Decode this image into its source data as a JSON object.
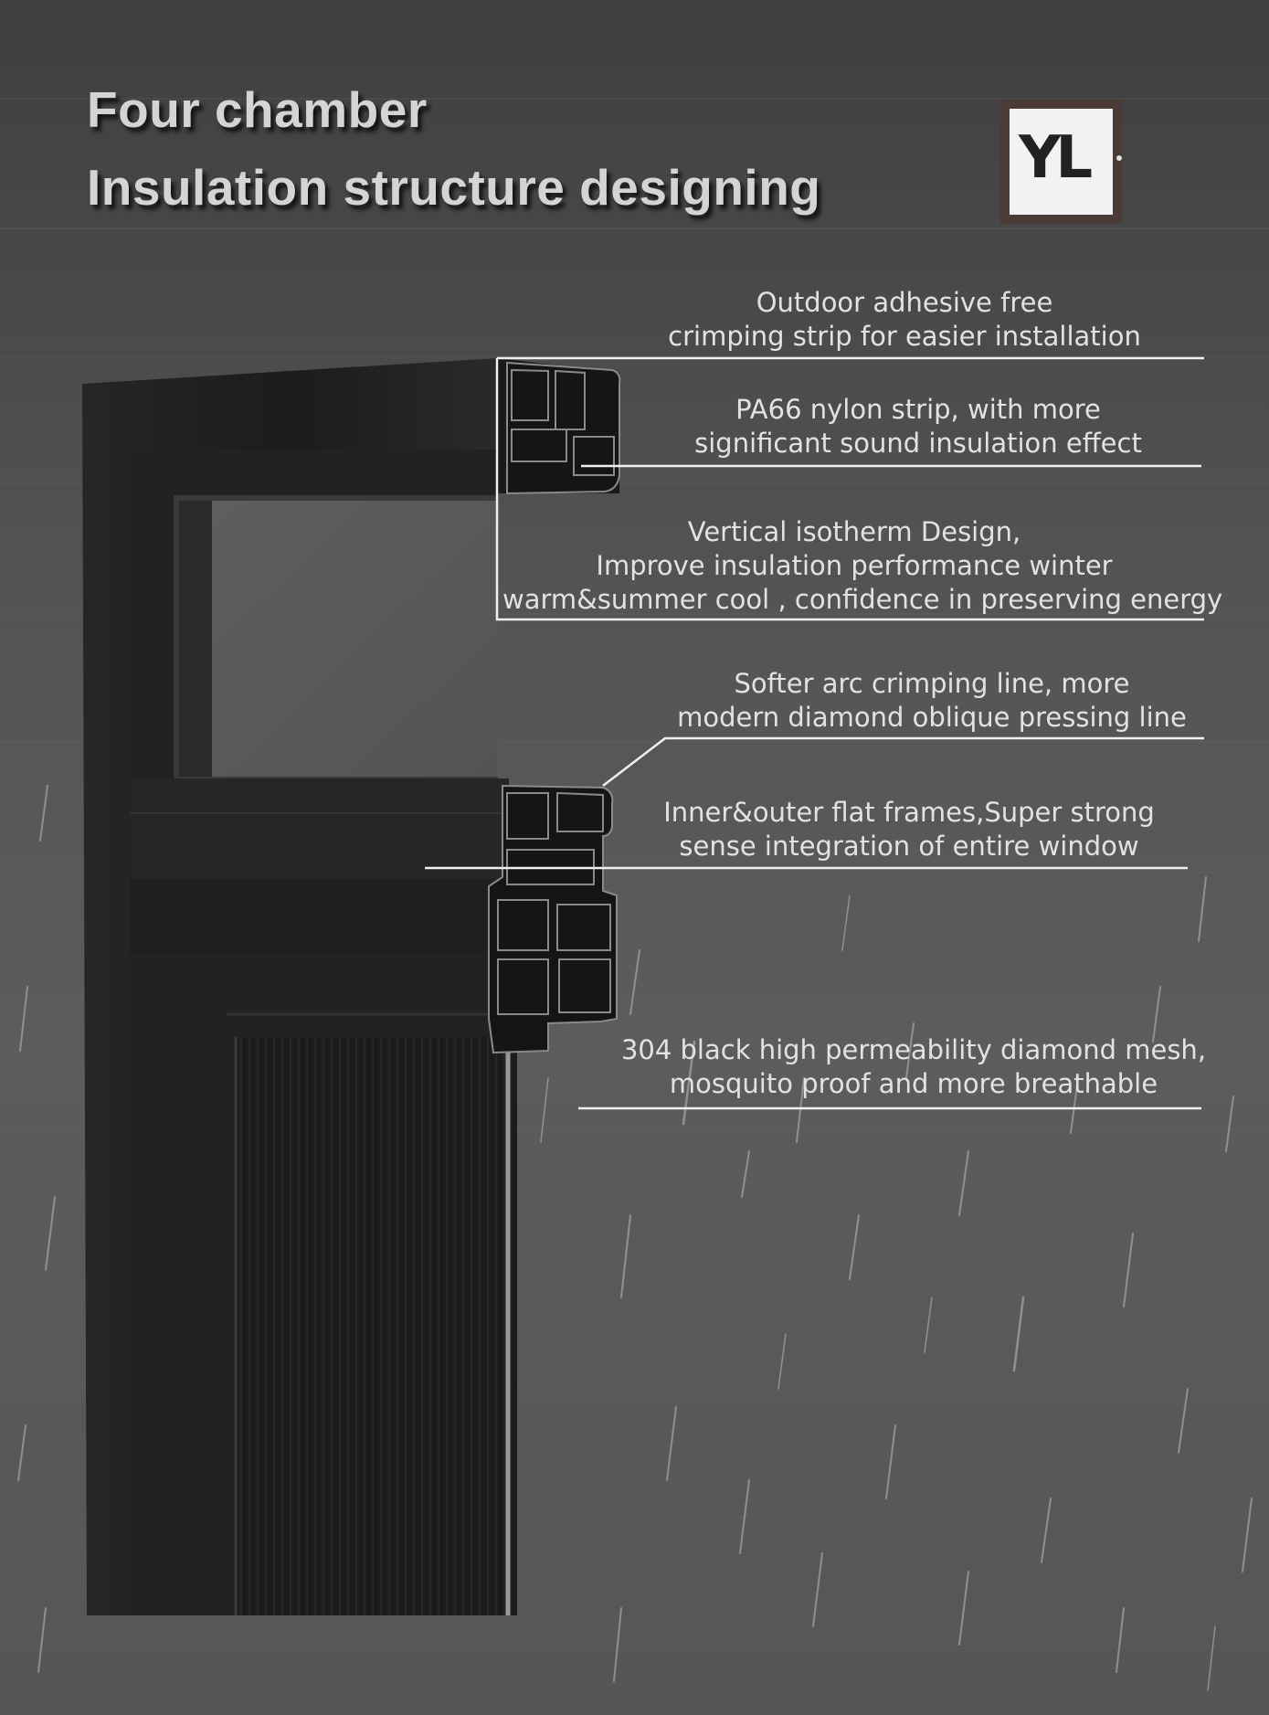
{
  "heading": {
    "line1": "Four chamber",
    "line2": "Insulation structure designing"
  },
  "logo": {
    "text": "YL",
    "icon": "yl-brand-logo"
  },
  "callouts": [
    {
      "lines": [
        "Outdoor adhesive free",
        "crimping strip for easier installation"
      ]
    },
    {
      "lines": [
        "PA66 nylon strip, with more",
        "significant sound insulation effect"
      ]
    },
    {
      "lines": [
        "Vertical isotherm Design,",
        "Improve insulation performance winter",
        "warm&summer cool , confidence in preserving energy"
      ]
    },
    {
      "lines": [
        "Softer arc crimping line, more",
        "modern diamond oblique pressing line"
      ]
    },
    {
      "lines": [
        "Inner&outer flat frames,Super strong",
        "sense integration of entire window"
      ]
    },
    {
      "lines": [
        "304 black high permeability diamond mesh,",
        "mosquito proof and more breathable"
      ]
    }
  ],
  "colors": {
    "text": "#e2e2e2",
    "frame": "#1f1f1f",
    "background": "#555555",
    "logo_border": "#4a3b37"
  }
}
